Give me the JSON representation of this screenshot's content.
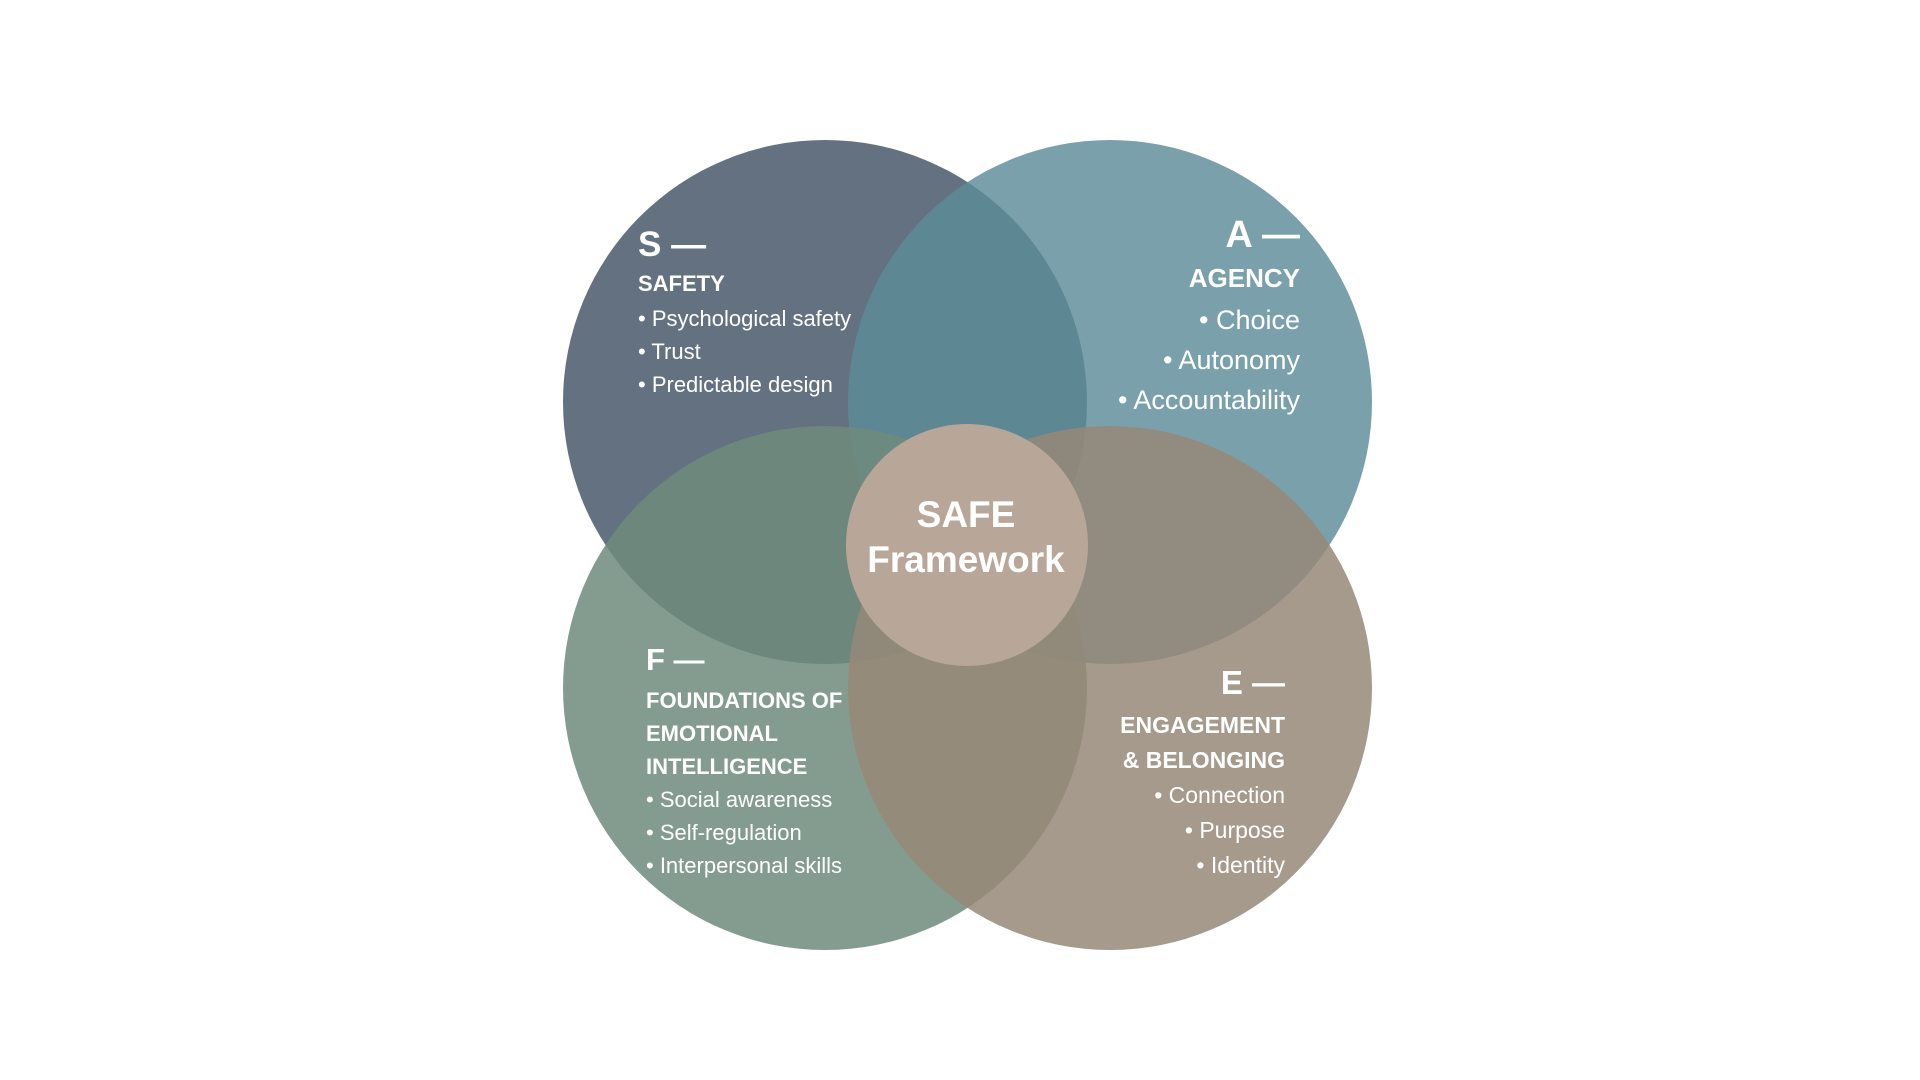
{
  "colors": {
    "background": "#ffffff",
    "safety_circle": "#4e5d6e",
    "agency_circle": "#5d8c99",
    "foundations_circle": "#6f8b7c",
    "engagement_circle": "#978878",
    "center_circle": "#b8a798",
    "text": "#ffffff"
  },
  "quadrants": {
    "safety": {
      "letter": "S —",
      "heading": "SAFETY",
      "items": [
        "• Psychological safety",
        "• Trust",
        "• Predictable design"
      ]
    },
    "agency": {
      "letter": "A —",
      "heading": "AGENCY",
      "items": [
        "• Choice",
        "• Autonomy",
        "• Accountability"
      ]
    },
    "foundations": {
      "letter": "F —",
      "heading_lines": [
        "FOUNDATIONS OF",
        "EMOTIONAL",
        "INTELLIGENCE"
      ],
      "items": [
        "• Social awareness",
        "• Self-regulation",
        "• Interpersonal skills"
      ]
    },
    "engagement": {
      "letter": "E —",
      "heading_lines": [
        "ENGAGEMENT",
        "& BELONGING"
      ],
      "items": [
        "• Connection",
        "• Purpose",
        "• Identity"
      ]
    }
  },
  "center": {
    "line1": "SAFE",
    "line2": "Framework"
  }
}
